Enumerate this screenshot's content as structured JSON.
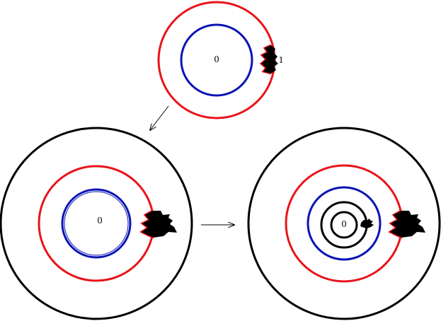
{
  "colors": {
    "outer": "#000000",
    "red": "#e8141b",
    "blue": "#0a14b4",
    "blob": "#000000"
  },
  "labels": {
    "top_center": "0",
    "top_side": "1",
    "left_center": "0",
    "right_center": "0"
  },
  "arrows": [
    {
      "name": "arrow-top-to-left",
      "direction": "down-left"
    },
    {
      "name": "arrow-left-to-right",
      "direction": "right"
    }
  ]
}
